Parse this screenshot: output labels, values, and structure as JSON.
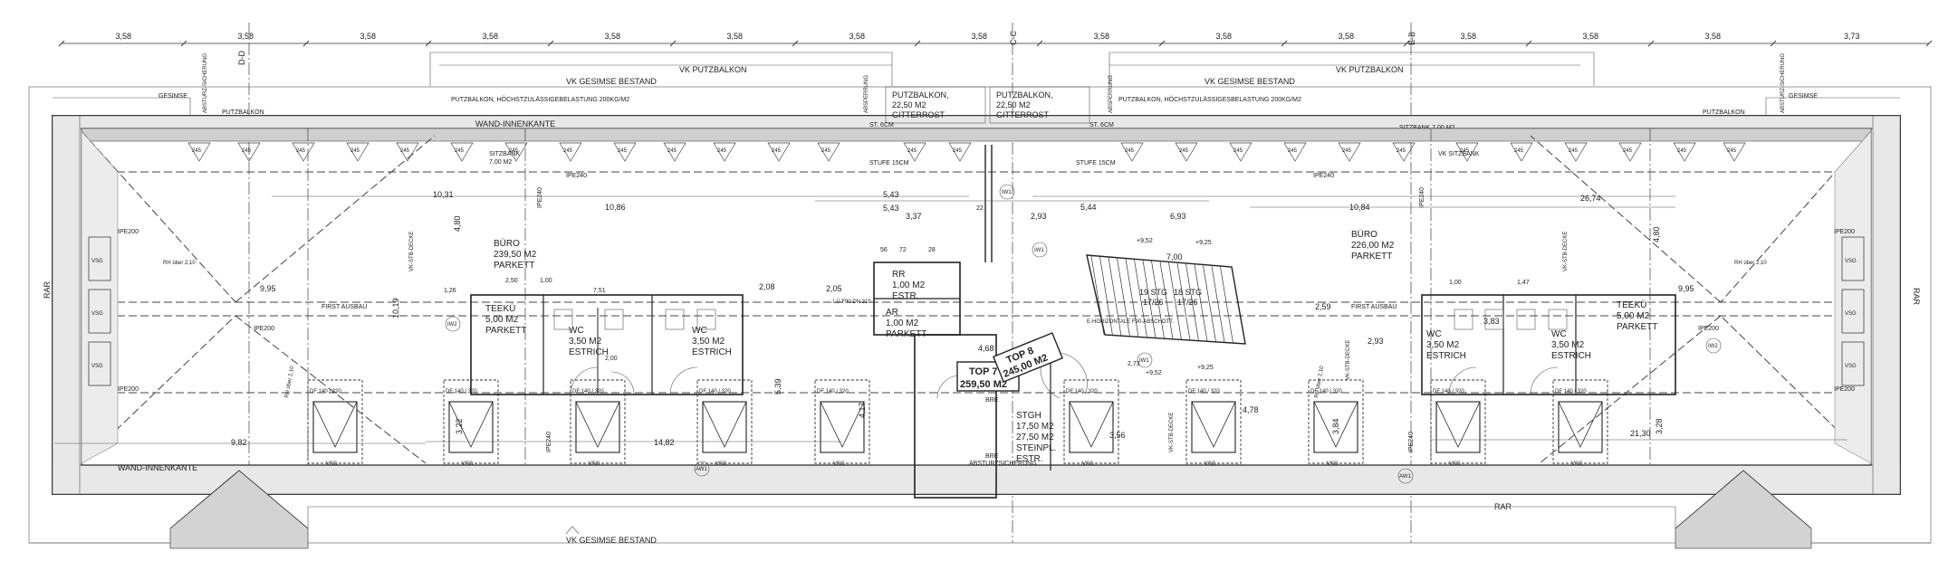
{
  "top_dims": [
    "3,58",
    "3,58",
    "3,58",
    "3,58",
    "3,58",
    "3,58",
    "3,58",
    "3,58",
    "3,58",
    "3,58",
    "3,58",
    "3,58",
    "3,58",
    "3,58",
    "3,73"
  ],
  "sections": {
    "dd": "D-D",
    "cc": "C-C",
    "bb": "B-B"
  },
  "top_labels": {
    "gesimse_left": "VK GESIMSE BESTAND",
    "putzbalkon_left": "VK PUTZBALKON",
    "gesimse_right": "VK GESIMSE BESTAND",
    "putzbalkon_right": "VK PUTZBALKON",
    "gesimse_bottom": "VK GESIMSE BESTAND",
    "gesimse": "GESIMSE",
    "absturz": "ABSTURZ-SICHERUNG",
    "absperrung": "ABSPERRUNG",
    "putzbalkon": "PUTZBALKON",
    "putzbalkon_note_left": "PUTZBALKON, HÖCHSTZULÄSSIGEBELASTUNG 200KG/M2",
    "putzbalkon_note_right": "PUTZBALKON, HÖCHSTZULÄSSIGESBELASTUNG 200KG/M2",
    "gitterrost_left": [
      "PUTZBALKON,",
      "22,50 M2",
      "GITTERROST"
    ],
    "gitterrost_right": [
      "PUTZBALKON,",
      "22,50 M2",
      "GITTERROST"
    ],
    "st_6cm": "ST. 6CM",
    "stufe_15cm": "STUFE 15CM",
    "wand_innenkante": "WAND-INNENKANTE",
    "sitzbank_left": [
      "SITZBANK",
      "7,00 M2"
    ],
    "sitzbank_right": "SITZBANK 7,00 M2",
    "vk_sitzbank": "VK SITZBANK",
    "first_ausbau": "FIRST AUSBAU",
    "rar": "RAR"
  },
  "rooms": {
    "buero_left": [
      "BÜRO",
      "239,50 M2",
      "PARKETT"
    ],
    "buero_right": [
      "BÜRO",
      "226,00 M2",
      "PARKETT"
    ],
    "teekue_left": [
      "TEEKÜ",
      "5,00 M2",
      "PARKETT"
    ],
    "teekue_right": [
      "TEEKÜ",
      "5,00 M2",
      "PARKETT"
    ],
    "wc1": [
      "WC",
      "3,50 M2",
      "ESTRICH"
    ],
    "wc2": [
      "WC",
      "3,50 M2",
      "ESTRICH"
    ],
    "wc3": [
      "WC",
      "3,50 M2",
      "ESTRICH"
    ],
    "wc4": [
      "WC",
      "3,50 M2",
      "ESTRICH"
    ],
    "rr": [
      "RR",
      "1,00 M2",
      "ESTR."
    ],
    "ar": [
      "AR",
      "1,00 M2",
      "PARKETT"
    ],
    "top7": [
      "TOP 7",
      "259,50 M2"
    ],
    "top8": [
      "TOP 8",
      "245,00 M2"
    ],
    "stgh": [
      "STGH",
      "17,50 M2",
      "27,50 M2",
      "STEINPL.",
      "ESTR."
    ],
    "stg": [
      "19 STG",
      "17/26",
      "18 STG",
      "17/26"
    ]
  },
  "labels": {
    "ipe240": "IPE240",
    "ipe200": "IPE200",
    "vsg": "VSG",
    "df": "DF 140 / 320",
    "bre": "BRE",
    "aw1": "AW1",
    "iw1": "IW1",
    "iw2": "IW2",
    "absturzsicherung": "ABSTURZSICHERUNG",
    "rh_ueber": "RH über 2,10",
    "vk_stb_decke": "VK-STB-DECKE",
    "e_horizontale": "E-HORIZONTALE F90-ABSCHOTT.",
    "lü_f90": "LÜ F90 DN 315"
  },
  "dims": {
    "d_1031": "10,31",
    "d_1086": "10,86",
    "d_543a": "5,43",
    "d_543b": "5,43",
    "d_337": "3,37",
    "d_293": "2,93",
    "d_544": "5,44",
    "d_693": "6,93",
    "d_1084": "10,84",
    "d_2674": "26,74",
    "d_995l": "9,95",
    "d_995r": "9,95",
    "d_982": "9,82",
    "d_1482": "14,82",
    "d_2130": "21,30",
    "d_478": "4,78",
    "d_468": "4,68",
    "d_259": "2,59",
    "d_293b": "2,93",
    "d_383": "3,83",
    "d_1019": "10,19",
    "d_480": "4,80",
    "d_480r": "4,80",
    "d_322": "3,22",
    "d_384": "3,84",
    "d_328": "3,28",
    "d_356": "3,56",
    "d_417": "4,17",
    "d_539": "5,39",
    "d_208": "2,08",
    "d_205": "2,05",
    "d_700": "7,00",
    "d_952a": "+9,52",
    "d_925a": "+9,25",
    "d_952b": "+9,52",
    "d_925b": "+9,25",
    "d_273": "2,73",
    "d_56": "56",
    "d_72": "72",
    "d_28": "28",
    "d_22": "22",
    "d_126": "1,26",
    "d_250": "2,50",
    "d_100a": "1,00",
    "d_100b": "1,00",
    "d_751": "7,51",
    "d_147": "1,47",
    "d_200": "2,00"
  }
}
